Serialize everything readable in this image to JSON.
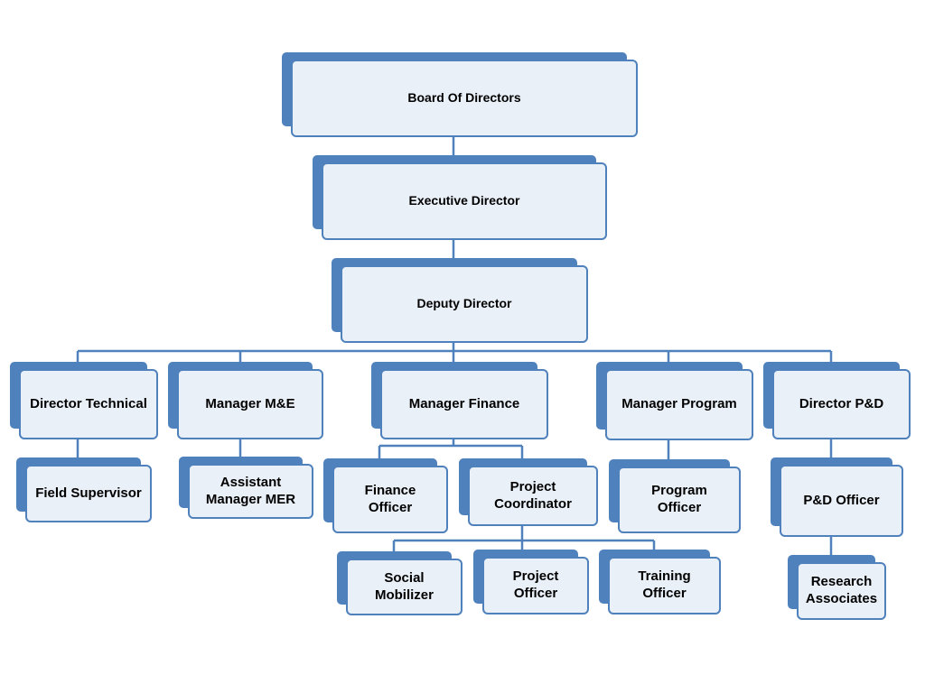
{
  "colors": {
    "accent": "#4f81bd",
    "fill": "#eaf0f8",
    "line": "#4f81bd"
  },
  "org_chart": {
    "board": "Board Of Directors",
    "executive": "Executive Director",
    "deputy": "Deputy Director",
    "director_technical": "Director Technical",
    "manager_me": "Manager M&E",
    "manager_finance": "Manager Finance",
    "manager_program": "Manager Program",
    "director_pd": "Director P&D",
    "field_supervisor": "Field Supervisor",
    "assistant_manager_mer": "Assistant\nManager MER",
    "finance_officer": "Finance\nOfficer",
    "project_coordinator": "Project\nCoordinator",
    "program_officer": "Program\nOfficer",
    "pd_officer": "P&D Officer",
    "social_mobilizer": "Social\nMobilizer",
    "project_officer": "Project\nOfficer",
    "training_officer": "Training\nOfficer",
    "research_associates": "Research\nAssociates"
  }
}
